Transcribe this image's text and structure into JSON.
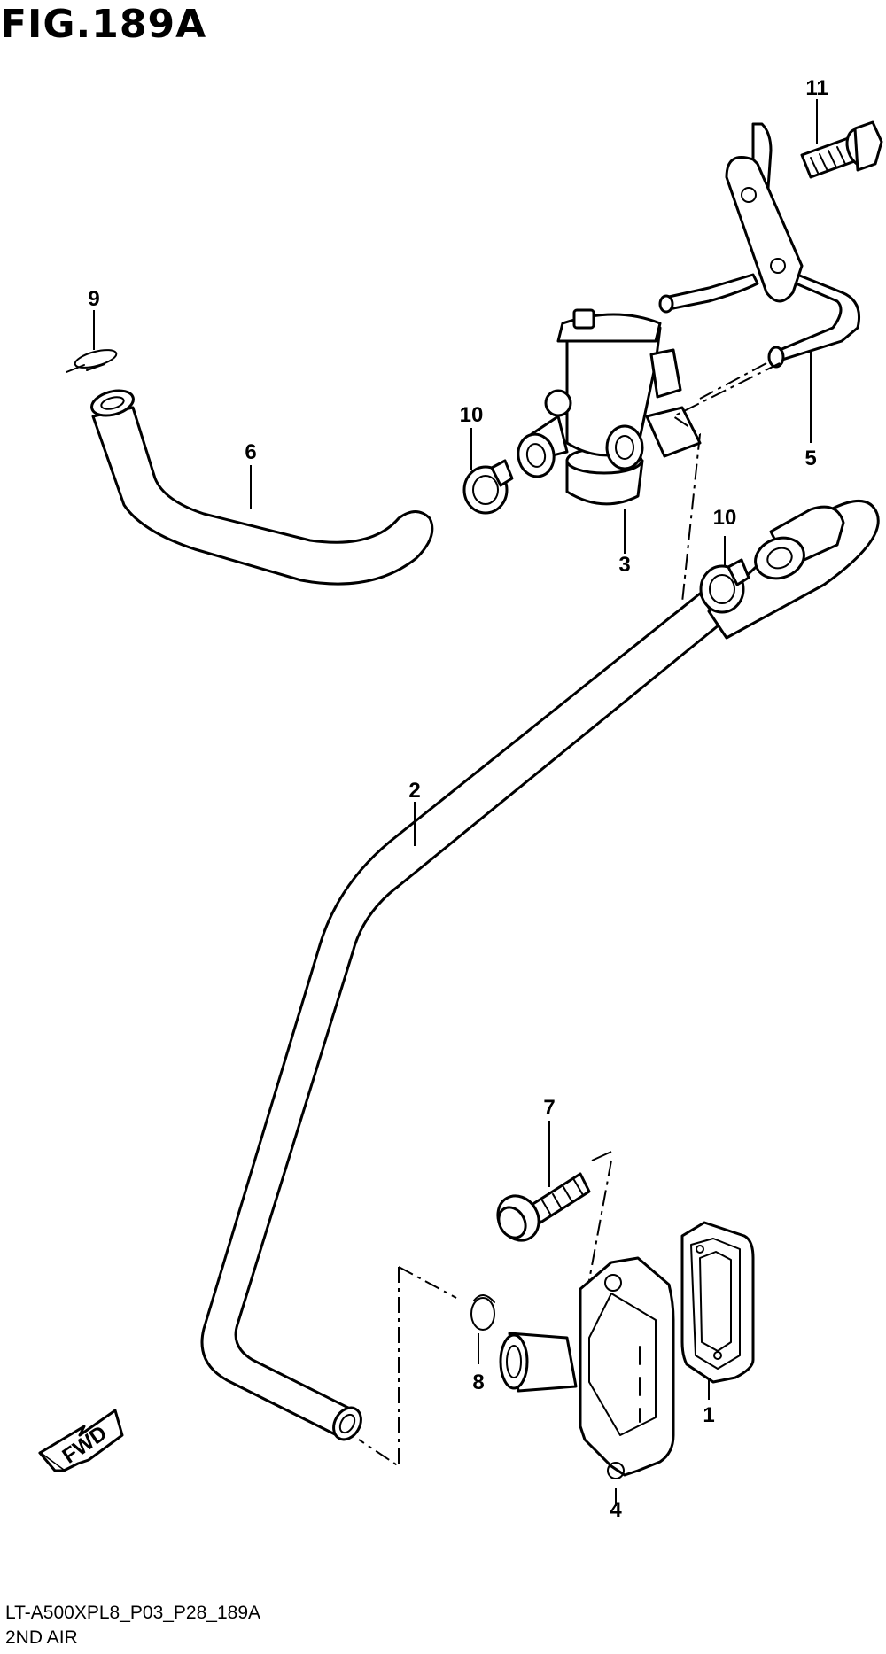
{
  "figure": {
    "title": "FIG.189A",
    "code": "LT-A500XPL8_P03_P28_189A",
    "name": "2ND AIR"
  },
  "callouts": [
    "1",
    "2",
    "3",
    "4",
    "5",
    "6",
    "7",
    "8",
    "9",
    "10",
    "10",
    "11"
  ],
  "direction_badge": "FWD"
}
